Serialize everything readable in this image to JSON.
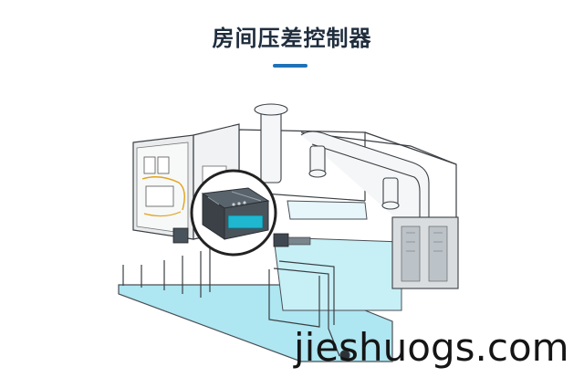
{
  "header": {
    "title": "房间压差控制器"
  },
  "watermark": {
    "text": "jieshuogs.com"
  },
  "colors": {
    "accent": "#1e72b8",
    "water": "#a8e4ef",
    "outline": "#3a3f44",
    "cabinet": "#e9ebec",
    "controller_body": "#3b4147"
  },
  "illustration": {
    "subject": "cleanroom-pressure-control-system",
    "icons": [
      "control-cabinet",
      "pressure-controller-device",
      "ducting",
      "air-handling-units"
    ]
  }
}
